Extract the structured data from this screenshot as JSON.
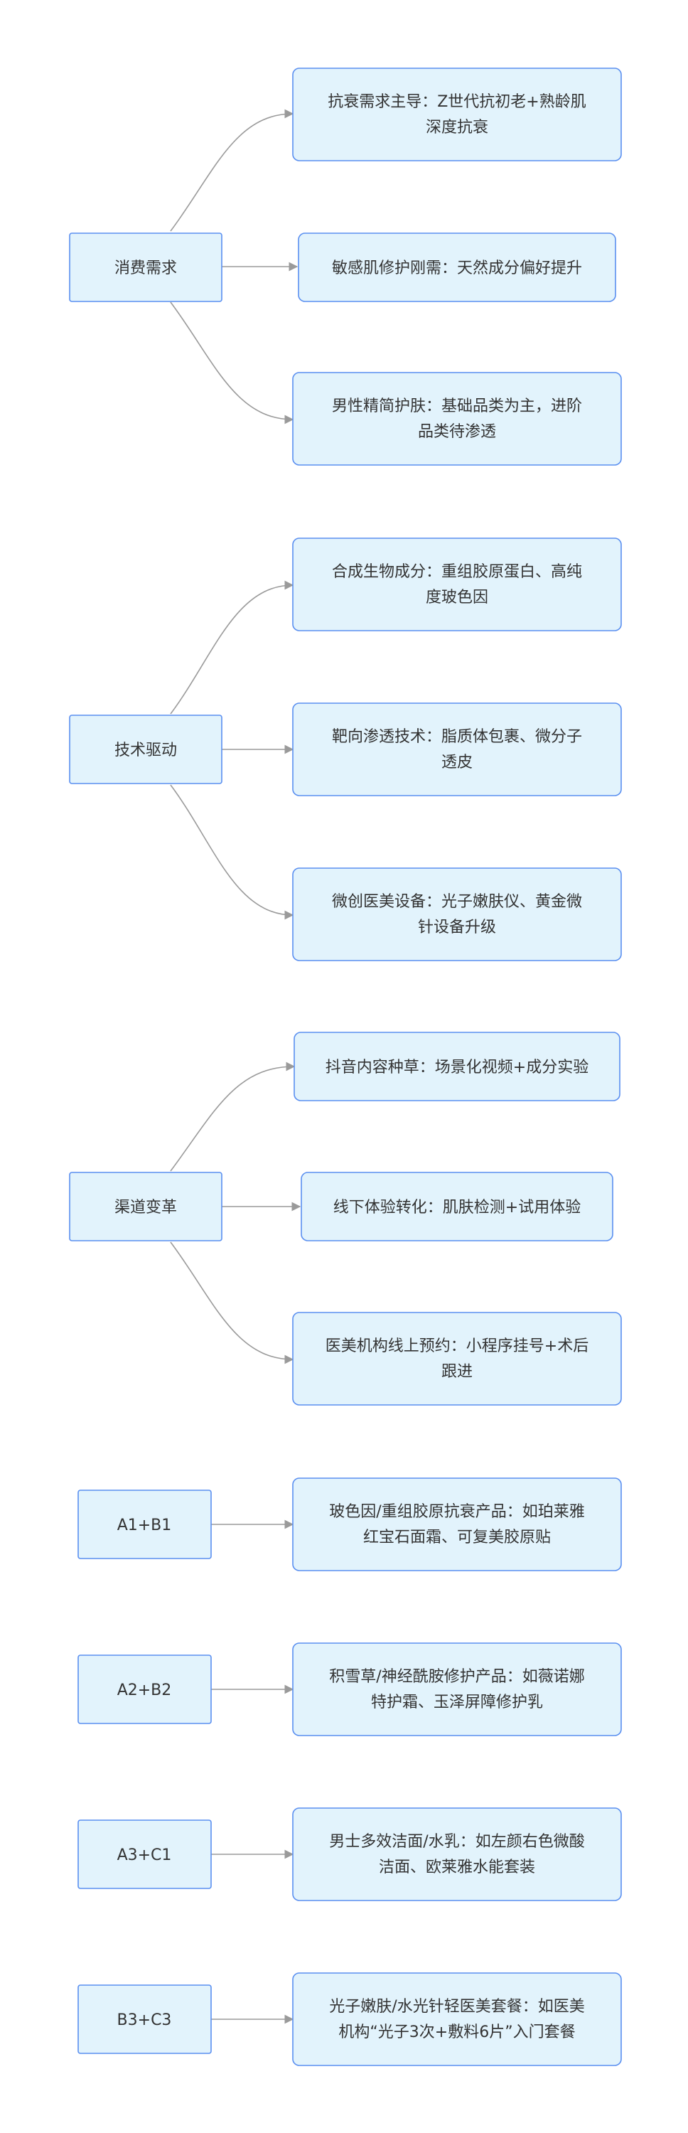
{
  "colors": {
    "node_fill": "#e2f3fc",
    "node_stroke": "#5a8ff0",
    "edge": "#9a9a9a",
    "text": "#333333"
  },
  "sources": {
    "consumer": "消费需求",
    "tech": "技术驱动",
    "channel": "渠道变革",
    "a1b1": "A1+B1",
    "a2b2": "A2+B2",
    "a3c1": "A3+C1",
    "b3c3": "B3+C3"
  },
  "targets": {
    "consumer_1": [
      "抗衰需求主导：Z世代抗初老+熟龄肌",
      "深度抗衰"
    ],
    "consumer_2": [
      "敏感肌修护刚需：天然成分偏好提升"
    ],
    "consumer_3": [
      "男性精简护肤：基础品类为主，进阶",
      "品类待渗透"
    ],
    "tech_1": [
      "合成生物成分：重组胶原蛋白、高纯",
      "度玻色因"
    ],
    "tech_2": [
      "靶向渗透技术：脂质体包裹、微分子",
      "透皮"
    ],
    "tech_3": [
      "微创医美设备：光子嫩肤仪、黄金微",
      "针设备升级"
    ],
    "channel_1": [
      "抖音内容种草：场景化视频+成分实验"
    ],
    "channel_2": [
      "线下体验转化：肌肤检测+试用体验"
    ],
    "channel_3": [
      "医美机构线上预约：小程序挂号+术后",
      "跟进"
    ],
    "a1b1_1": [
      "玻色因/重组胶原抗衰产品：如珀莱雅",
      "红宝石面霜、可复美胶原贴"
    ],
    "a2b2_1": [
      "积雪草/神经酰胺修护产品：如薇诺娜",
      "特护霜、玉泽屏障修护乳"
    ],
    "a3c1_1": [
      "男士多效洁面/水乳：如左颜右色微酸",
      "洁面、欧莱雅水能套装"
    ],
    "b3c3_1": [
      "光子嫩肤/水光针轻医美套餐：如医美",
      "机构“光子3次+敷料6片”入门套餐"
    ]
  }
}
